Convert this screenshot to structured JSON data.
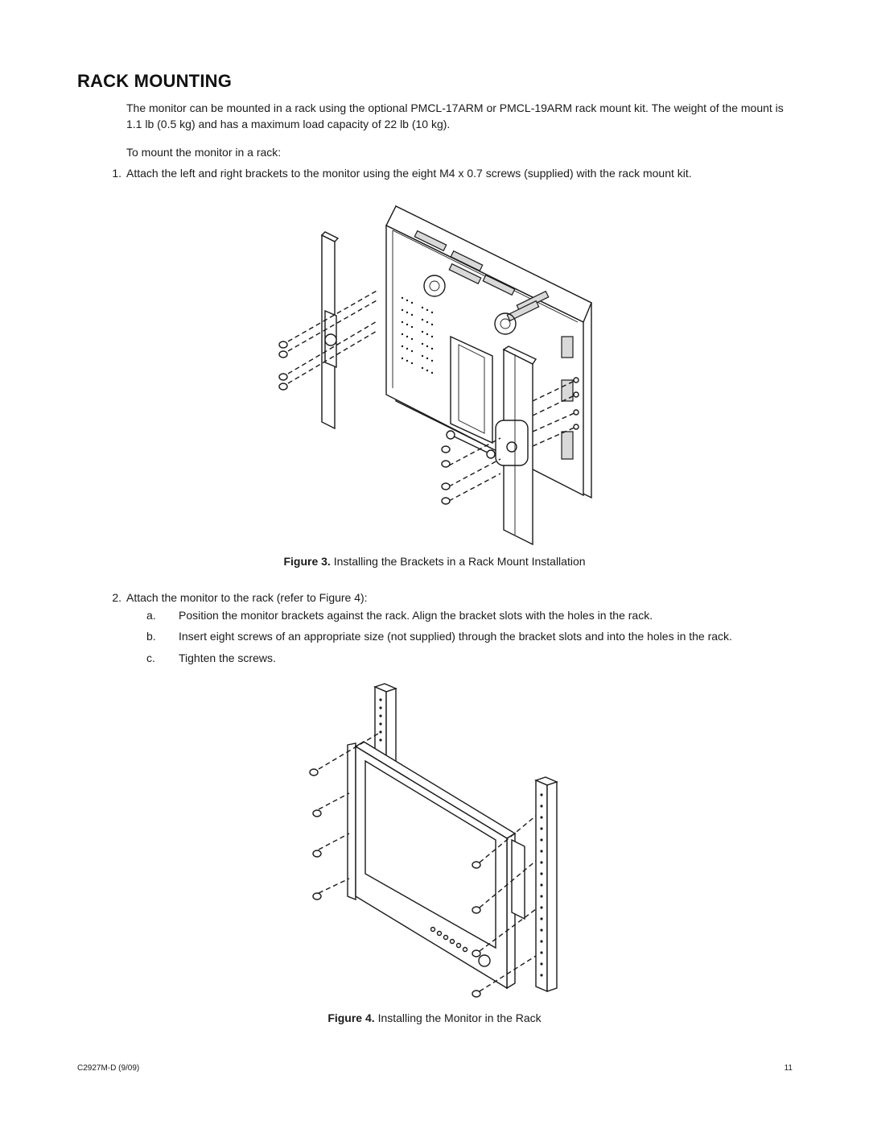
{
  "heading": "RACK MOUNTING",
  "intro": "The monitor can be mounted in a rack using the optional PMCL-17ARM or PMCL-19ARM rack mount kit. The weight of the mount is 1.1 lb (0.5 kg) and has a maximum load capacity of 22 lb (10 kg).",
  "lead_in": "To mount the monitor in a rack:",
  "steps": [
    {
      "num": "1.",
      "text": "Attach the left and right brackets to the monitor using the eight M4 x 0.7 screws (supplied) with the rack mount kit."
    },
    {
      "num": "2.",
      "text": "Attach the monitor to the rack (refer to Figure 4):"
    }
  ],
  "substeps": [
    {
      "num": "a.",
      "text": "Position the monitor brackets against the rack. Align the bracket slots with the holes in the rack."
    },
    {
      "num": "b.",
      "text": "Insert eight screws of an appropriate size (not supplied) through the bracket slots and into the holes in the rack."
    },
    {
      "num": "c.",
      "text": "Tighten the screws."
    }
  ],
  "figures": [
    {
      "label": "Figure 3.",
      "caption": "Installing the Brackets in a Rack Mount Installation"
    },
    {
      "label": "Figure 4.",
      "caption": "Installing the Monitor in the Rack"
    }
  ],
  "footer": {
    "doc_id": "C2927M-D (9/09)",
    "page": "11"
  }
}
